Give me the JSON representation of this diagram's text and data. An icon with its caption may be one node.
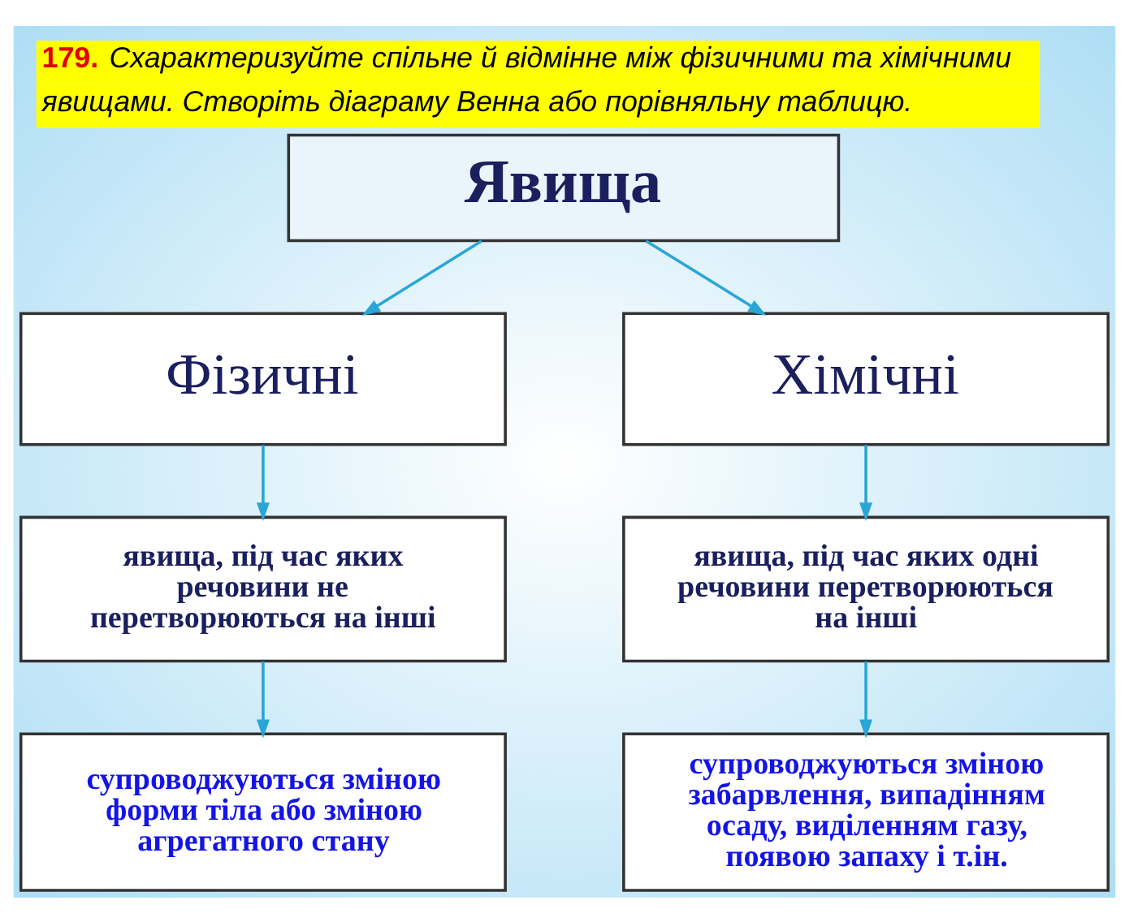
{
  "diagram": {
    "title": "179. Схарактеризуйте спільне й відмінне між фізичними та хімічними явищами. Створіть діаграму Венна або порівняльну таблицю.",
    "nodes": [
      {
        "text": [
          "Явища"
        ]
      },
      {
        "text": [
          "Фізичні"
        ]
      },
      {
        "text": [
          "Хімічні"
        ]
      },
      {
        "text": [
          "явища, під час яких речовини не перетворюються на інші"
        ]
      },
      {
        "text": [
          "явища, під час яких одні речовини перетворюються на інші"
        ]
      },
      {
        "text": [
          "супроводжуються зміною форми тіла або зміною агрегатного стану"
        ]
      },
      {
        "text": [
          "супроводжуються зміною забарвлення, випадінням осаду, виділенням газу, появою запаху і т.ін."
        ]
      }
    ],
    "edges": [
      {
        "from": 0,
        "to": 1,
        "arrow": "to"
      },
      {
        "from": 0,
        "to": 2,
        "arrow": "to"
      },
      {
        "from": 1,
        "to": 3,
        "arrow": "to"
      },
      {
        "from": 3,
        "to": 5,
        "arrow": "to"
      },
      {
        "from": 2,
        "to": 4,
        "arrow": "to"
      },
      {
        "from": 4,
        "to": 6,
        "arrow": "to"
      }
    ]
  }
}
